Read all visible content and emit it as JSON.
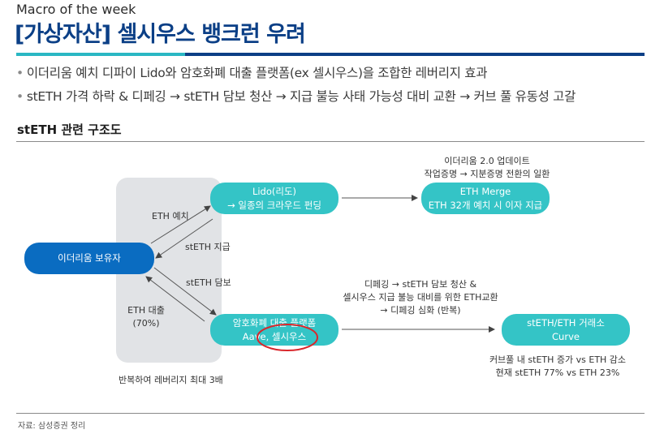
{
  "header": {
    "eyebrow": "Macro of the week",
    "title": "[가상자산] 셀시우스 뱅크런 우려"
  },
  "bullets": [
    "이더리움 예치 디파이 Lido와 암호화폐 대출 플랫폼(ex 셀시우스)을 조합한 레버리지 효과",
    "stETH 가격 하락 & 디페깅 → stETH 담보 청산 →  지급 불능 사태 가능성 대비 교환 → 커브 풀 유동성 고갈"
  ],
  "section_title": "stETH 관련 구조도",
  "diagram": {
    "nodes": {
      "holder": "이더리움 보유자",
      "lido_line1": "Lido(리도)",
      "lido_line2": "→ 일종의 크라우드 펀딩",
      "merge_line1": "ETH Merge",
      "merge_line2": "ETH 32개 예치 시 이자 지급",
      "lending_line1": "암호화폐 대출 플랫폼",
      "lending_line2": "Aave, 셀시우스",
      "curve_line1": "stETH/ETH 거래소",
      "curve_line2": "Curve"
    },
    "edge_labels": {
      "eth_deposit": "ETH 예치",
      "steth_payout": "stETH 지급",
      "steth_collateral": "stETH 담보",
      "eth_loan_line1": "ETH 대출",
      "eth_loan_line2": "(70%)",
      "loop_note": "반복하여 레버리지 최대 3배"
    },
    "annotations": {
      "merge_note_line1": "이더리움 2.0 업데이트",
      "merge_note_line2": "작업증명 → 지분증명 전환의 일환",
      "depeg_line1": "디페깅 → stETH 담보 청산 &",
      "depeg_line2": "셀시우스 지급 불능 대비를 위한 ETH교환",
      "depeg_line3": "→ 디페깅 심화 (반복)",
      "curve_note_line1": "커브풀 내 stETH 증가 vs ETH 감소",
      "curve_note_line2": "현재 stETH 77% vs ETH 23%"
    }
  },
  "source": "자료: 삼성증권 정리",
  "colors": {
    "title_navy": "#0b3f86",
    "accent_teal": "#2ab7c3",
    "node_navy": "#0a6cc1",
    "node_teal": "#34c4c6",
    "panel_gray": "#e1e3e6",
    "highlight_red": "#d9262b"
  }
}
